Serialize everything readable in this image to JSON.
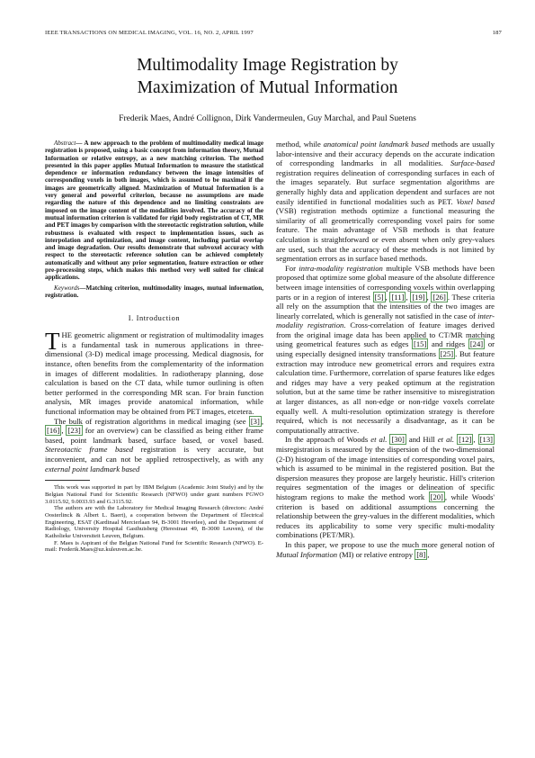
{
  "header": {
    "journal": "IEEE TRANSACTIONS ON MEDICAL IMAGING, VOL. 16, NO. 2, APRIL 1997",
    "page": "187"
  },
  "title_line1": "Multimodality Image Registration by",
  "title_line2": "Maximization of Mutual Information",
  "authors": "Frederik Maes, André Collignon, Dirk Vandermeulen, Guy Marchal, and Paul Suetens",
  "abstract": {
    "label": "Abstract",
    "text": "— A new approach to the problem of multimodality medical image registration is proposed, using a basic concept from information theory, Mutual Information or relative entropy, as a new matching criterion. The method presented in this paper applies Mutual Information to measure the statistical dependence or information redundancy between the image intensities of corresponding voxels in both images, which is assumed to be maximal if the images are geometrically aligned. Maximization of Mutual Information is a very general and powerful criterion, because no assumptions are made regarding the nature of this dependence and no limiting constraints are imposed on the image content of the modalities involved. The accuracy of the mutual information criterion is validated for rigid body registration of CT, MR and PET images by comparison with the stereotactic registration solution, while robustness is evaluated with respect to implementation issues, such as interpolation and optimization, and image content, including partial overlap and image degradation. Our results demonstrate that subvoxel accuracy with respect to the stereotactic reference solution can be achieved completely automatically and without any prior segmentation, feature extraction or other pre-processing steps, which makes this method very well suited for clinical applications."
  },
  "keywords": {
    "label": "Keywords",
    "text": "—Matching criterion, multimodality images, mutual information, registration."
  },
  "section_title": "I. Introduction",
  "left_p1": {
    "dropcap": "T",
    "text": "HE geometric alignment or registration of multimodality images is a fundamental task in numerous applications in three-dimensional (3-D) medical image processing. Medical diagnosis, for instance, often benefits from the complementarity of the information in images of different modalities. In radiotherapy planning, dose calculation is based on the CT data, while tumor outlining is often better performed in the corresponding MR scan. For brain function analysis, MR images provide anatomical information, while functional information may be obtained from PET images, etcetera."
  },
  "left_p2": {
    "a": "The bulk of registration algorithms in medical imaging (see ",
    "c1": "[3]",
    "s1": ", ",
    "c2": "[16]",
    "s2": ", ",
    "c3": "[23]",
    "b": " for an overview) can be classified as being either frame based, point landmark based, surface based, or voxel based. ",
    "i1": "Stereotactic frame based",
    "d": " registration is very accurate, but inconvenient, and can not be applied retrospectively, as with any ",
    "i2": "external point landmark based"
  },
  "footnotes": {
    "f1": "This work was supported in part by IBM Belgium (Academic Joint Study) and by the Belgian National Fund for Scientific Research (NFWO) under grant numbers FGWO 3.0115.92, 9.0033.93 and G.3115.92.",
    "f2": "The authors are with the Laboratory for Medical Imaging Research (directors: André Oosterlinck & Albert L. Baert), a cooperation between the Department of Electrical Engineering, ESAT (Kardinaal Mercierlaan 94, B-3001 Heverlee), and the Department of Radiology, University Hospital Gasthuisberg (Herestraat 49, B-3000 Leuven), of the Katholieke Universiteit Leuven, Belgium.",
    "f3": "F. Maes is Aspirant of the Belgian National Fund for Scientific Research (NFWO). E-mail: Frederik.Maes@uz.kuleuven.ac.be."
  },
  "right_p1": {
    "a": "method, while ",
    "i1": "anatomical point landmark based",
    "b": " methods are usually labor-intensive and their accuracy depends on the accurate indication of corresponding landmarks in all modalities. ",
    "i2": "Surface-based",
    "c": " registration requires delineation of corresponding surfaces in each of the images separately. But surface segmentation algorithms are generally highly data and application dependent and surfaces are not easily identified in functional modalities such as PET. ",
    "i3": "Voxel based",
    "d": " (VSB) registration methods optimize a functional measuring the similarity of all geometrically corresponding voxel pairs for some feature. The main advantage of VSB methods is that feature calculation is straightforward or even absent when only grey-values are used, such that the accuracy of these methods is not limited by segmentation errors as in surface based methods."
  },
  "right_p2": {
    "a": "For ",
    "i1": "intra-modality registration",
    "b": " multiple VSB methods have been proposed that optimize some global measure of the absolute difference between image intensities of corresponding voxels within overlapping parts or in a region of interest ",
    "c1": "[5]",
    "s1": ", ",
    "c2": "[11]",
    "s2": ", ",
    "c3": "[19]",
    "s3": ", ",
    "c4": "[26]",
    "d": ". These criteria all rely on the assumption that the intensities of the two images are linearly correlated, which is generally not satisfied in the case of ",
    "i2": "inter-modality registration",
    "e": ". Cross-correlation of feature images derived from the original image data has been applied to CT/MR matching using geometrical features such as edges ",
    "c5": "[15]",
    "f": " and ridges ",
    "c6": "[24]",
    "g": " or using especially designed intensity transformations ",
    "c7": "[25]",
    "h": ". But feature extraction may introduce new geometrical errors and requires extra calculation time. Furthermore, correlation of sparse features like edges and ridges may have a very peaked optimum at the registration solution, but at the same time be rather insensitive to misregistration at larger distances, as all non-edge or non-ridge voxels correlate equally well. A multi-resolution optimization strategy is therefore required, which is not necessarily a disadvantage, as it can be computationally attractive."
  },
  "right_p3": {
    "a": "In the approach of Woods ",
    "i1": "et al.",
    "s0": " ",
    "c1": "[30]",
    "b": " and Hill ",
    "i2": "et al.",
    "s1": " ",
    "c2": "[12]",
    "s2": ", ",
    "c3": "[13]",
    "c": " misregistration is measured by the dispersion of the two-dimensional (2-D) histogram of the image intensities of corresponding voxel pairs, which is assumed to be minimal in the registered position. But the dispersion measures they propose are largely heuristic. Hill's criterion requires segmentation of the images or delineation of specific histogram regions to make the method work ",
    "c4": "[20]",
    "d": ", while Woods' criterion is based on additional assumptions concerning the relationship between the grey-values in the different modalities, which reduces its applicability to some very specific multi-modality combinations (PET/MR)."
  },
  "right_p4": {
    "a": "In this paper, we propose to use the much more general notion of ",
    "i1": "Mutual Information",
    "b": " (MI) or relative entropy ",
    "c1": "[8]",
    "e": ","
  }
}
